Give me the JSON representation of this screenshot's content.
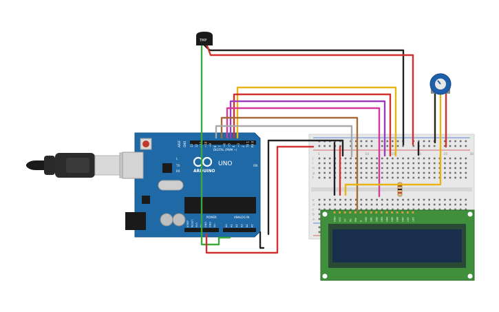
{
  "colors": {
    "arduino_board": "#1f6aa6",
    "breadboard": "#e8e8e8",
    "lcd_pcb": "#3f8f3c",
    "lcd_screen": "#1a2f4e",
    "wire_red": "#d32f2f",
    "wire_black": "#222222",
    "wire_green": "#3aa83a",
    "wire_yellow": "#e8b313",
    "wire_purple": "#9b3dbb",
    "wire_magenta": "#d23a9c",
    "wire_brown": "#a36b3a",
    "wire_gray": "#a8a8a8",
    "potentiometer": "#1d5fa8"
  },
  "sensor": {
    "label": "TMP",
    "icon": "temperature-sensor-icon"
  },
  "arduino": {
    "logo_text": "ARDUINO",
    "model": "UNO",
    "digital_label": "DIGITAL (PWM ~)",
    "power_label": "POWER",
    "analog_label": "ANALOG IN",
    "on_label": "ON",
    "tx_label": "TX",
    "rx_label": "RX",
    "l_label": "L",
    "aref_label": "AREF",
    "gnd_label": "GND",
    "digital_pins": [
      "13",
      "12",
      "~11",
      "~10",
      "~9",
      "8",
      "7",
      "~6",
      "~5",
      "4",
      "~3",
      "2",
      "TX 1",
      "RX 0"
    ],
    "power_pins": [
      "IOREF",
      "RESET",
      "3V3",
      "5V",
      "GND",
      "GND",
      "Vin"
    ],
    "analog_pins": [
      "A0",
      "A1",
      "A2",
      "A3",
      "A4",
      "A5"
    ]
  },
  "breadboard": {
    "row_letters_top": [
      "j",
      "i",
      "h",
      "g",
      "f"
    ],
    "row_letters_bottom": [
      "e",
      "d",
      "c",
      "b",
      "a"
    ],
    "column_numbers": [
      "1",
      "5",
      "10",
      "15",
      "20",
      "25",
      "30"
    ]
  },
  "lcd": {
    "pin_labels": [
      "GND",
      "VCC",
      "V0",
      "RS",
      "RW",
      "E",
      "DB0",
      "DB1",
      "DB2",
      "DB3",
      "DB4",
      "DB5",
      "DB6",
      "DB7",
      "LED",
      "LED"
    ]
  },
  "usb": {
    "icon": "usb-cable-icon"
  },
  "potentiometer": {
    "icon": "potentiometer-icon"
  }
}
